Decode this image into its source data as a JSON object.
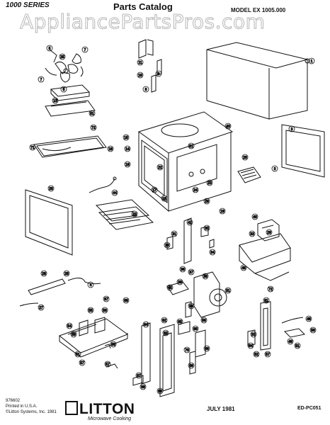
{
  "header": {
    "series": "1000 SERIES",
    "title": "Parts Catalog",
    "model": "MODEL EX 1005.000"
  },
  "watermark": "AppliancePartsPros.com",
  "footer": {
    "code": "976602",
    "printed": "Printed in U.S.A.",
    "copyright": "©Litton Systems, Inc. 1981",
    "brand": "LITTON",
    "tagline": "Microwave Cooking",
    "date": "JULY 1981",
    "ref": "ED-PC051"
  }
}
